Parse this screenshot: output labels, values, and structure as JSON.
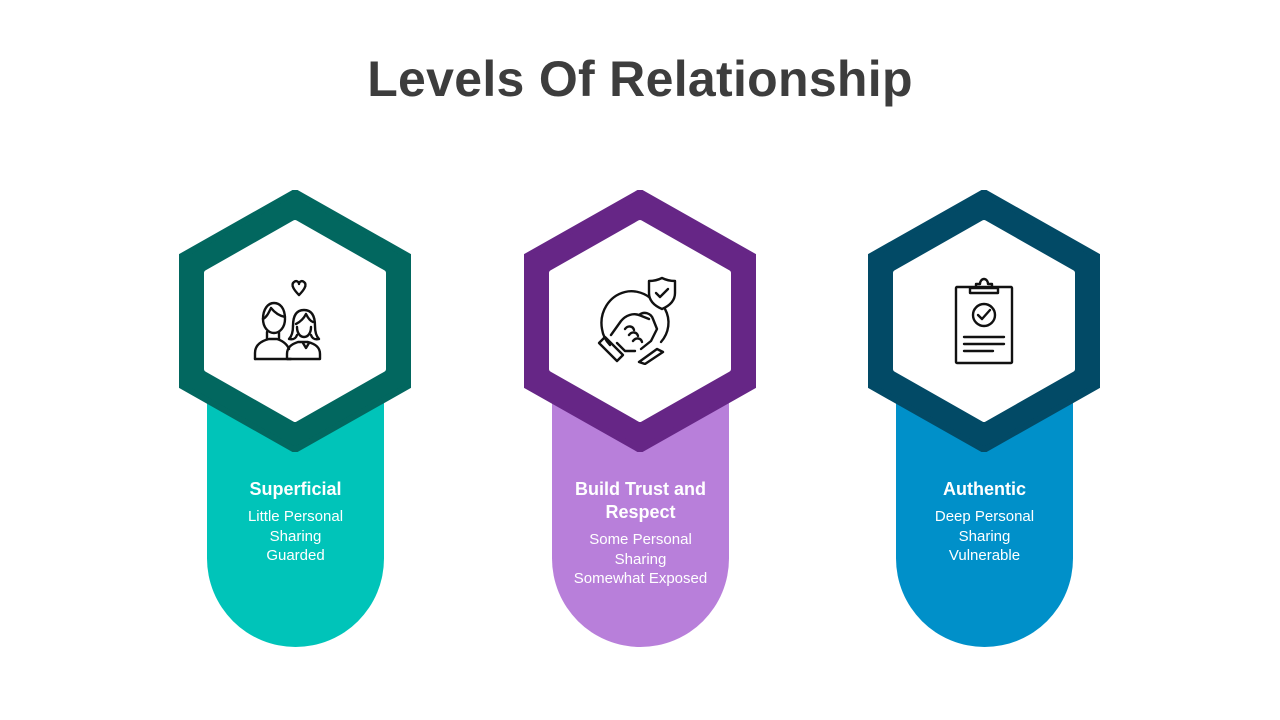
{
  "title": "Levels Of Relationship",
  "levels": [
    {
      "heading": "Superficial",
      "line1": "Little Personal",
      "line2": "Sharing",
      "line3": "Guarded",
      "icon": "couple-heart-icon",
      "hex_color": "#02675f",
      "pill_color": "#00c4b9"
    },
    {
      "heading": "Build Trust and Respect",
      "line1": "Some Personal",
      "line2": "Sharing",
      "line3": "Somewhat Exposed",
      "icon": "handshake-shield-icon",
      "hex_color": "#662686",
      "pill_color": "#b87fda"
    },
    {
      "heading": "Authentic",
      "line1": "Deep Personal",
      "line2": "Sharing",
      "line3": "Vulnerable",
      "icon": "clipboard-check-icon",
      "hex_color": "#024a66",
      "pill_color": "#0090c9"
    }
  ]
}
